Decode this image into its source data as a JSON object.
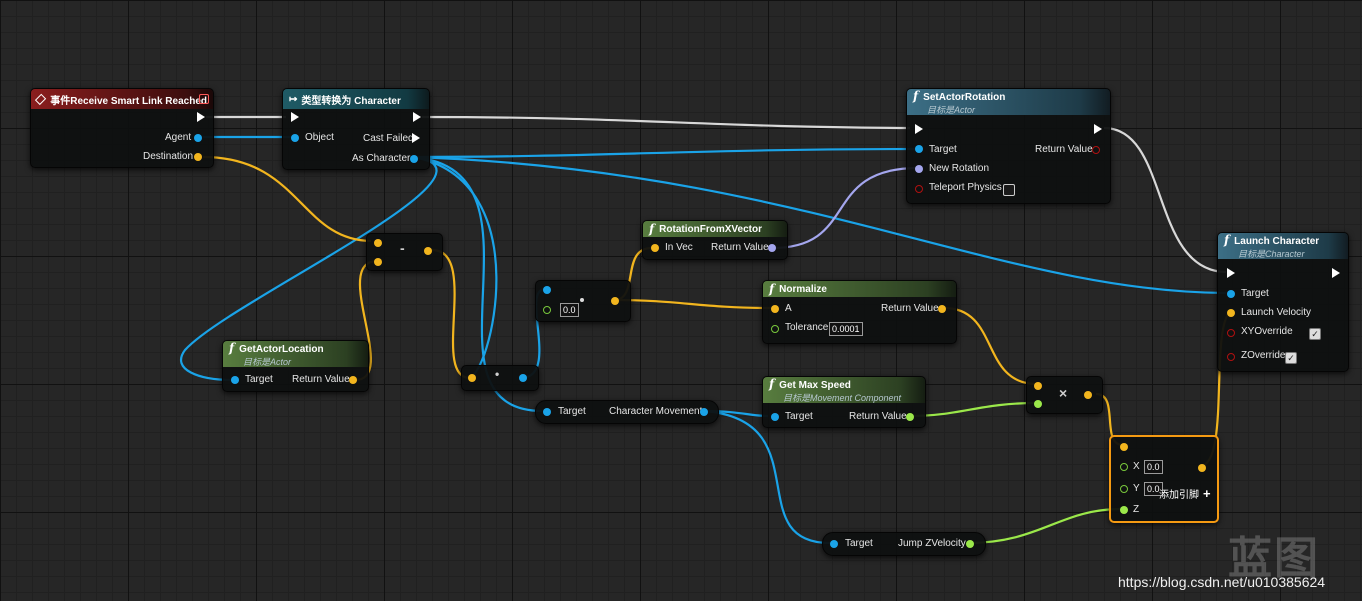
{
  "colors": {
    "exec": "#ffffff",
    "object": "#1aa3e8",
    "vector": "#f2b51e",
    "rotator": "#a4a6ee",
    "float": "#9be84a",
    "bool": "#b01010",
    "selected_outline": "#f59a12"
  },
  "nodes": {
    "event": {
      "title": "事件Receive Smart Link Reached",
      "pin_agent": "Agent",
      "pin_destination": "Destination",
      "icon": "diamond-event-icon"
    },
    "cast": {
      "title": "类型转换为 Character",
      "pin_object": "Object",
      "pin_cast_failed": "Cast Failed",
      "pin_as_character": "As Character"
    },
    "set_rotation": {
      "title": "SetActorRotation",
      "subtitle": "目标是Actor",
      "pin_target": "Target",
      "pin_return": "Return Value",
      "pin_new_rotation": "New Rotation",
      "pin_teleport": "Teleport Physics"
    },
    "launch": {
      "title": "Launch Character",
      "subtitle": "目标是Character",
      "pin_target": "Target",
      "pin_velocity": "Launch Velocity",
      "pin_xy": "XYOverride",
      "pin_z": "ZOverride"
    },
    "rotation_from_x": {
      "title": "RotationFromXVector",
      "pin_in": "In Vec",
      "pin_return": "Return Value"
    },
    "normalize": {
      "title": "Normalize",
      "pin_a": "A",
      "pin_return": "Return Value",
      "pin_tolerance": "Tolerance",
      "tolerance_value": "0.0001"
    },
    "get_actor_location": {
      "title": "GetActorLocation",
      "subtitle": "目标是Actor",
      "pin_target": "Target",
      "pin_return": "Return Value"
    },
    "subtract": {
      "symbol": "-"
    },
    "multiply_vec_float": {
      "value": "0.0"
    },
    "dot_node": {
      "symbol": "•"
    },
    "char_movement": {
      "pin_target": "Target",
      "pin_out": "Character Movement"
    },
    "get_max_speed": {
      "title": "Get Max Speed",
      "subtitle": "目标是Movement Component",
      "pin_target": "Target",
      "pin_return": "Return Value"
    },
    "multiply": {
      "symbol": "×"
    },
    "make_vector": {
      "pin_x": "X",
      "x_value": "0.0",
      "pin_y": "Y",
      "y_value": "0.0",
      "pin_z": "Z",
      "add_pin": "添加引脚",
      "plus": "+"
    },
    "jump_z": {
      "pin_target": "Target",
      "pin_out": "Jump ZVelocity"
    }
  },
  "watermark": {
    "logo": "蓝图",
    "url": "https://blog.csdn.net/u010385624"
  }
}
